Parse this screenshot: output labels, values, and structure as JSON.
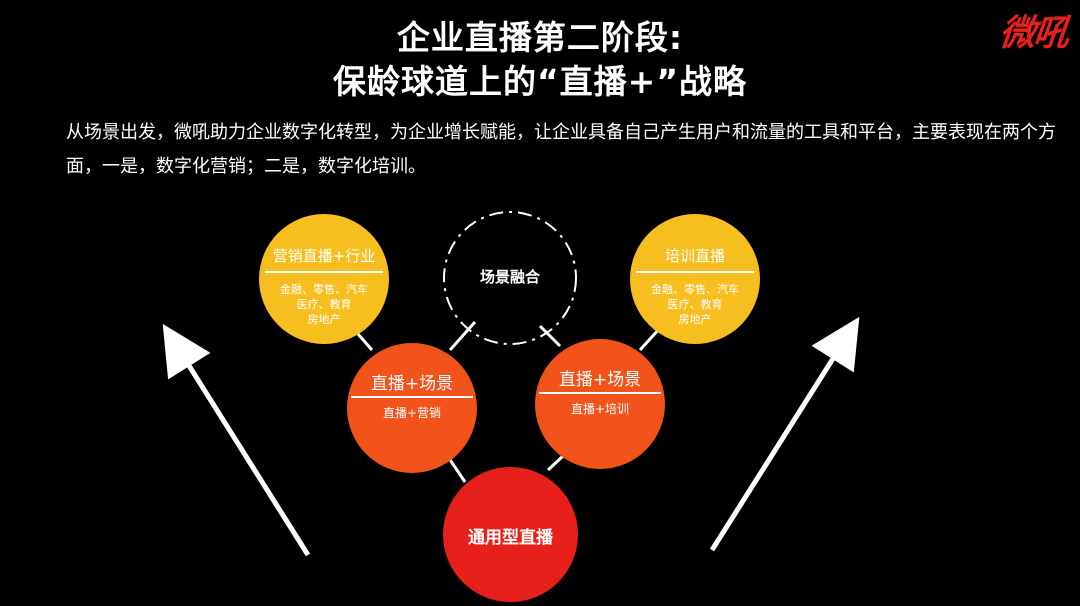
{
  "logo": {
    "text": "微吼"
  },
  "title": {
    "line1": "企业直播第二阶段:",
    "line2": "保龄球道上的“直播+”战略"
  },
  "description": "从场景出发，微吼助力企业数字化转型，为企业增长赋能，让企业具备自己产生用户和流量的工具和平台，主要表现在两个方面，一是，数字化营销；二是，数字化培训。",
  "diagram": {
    "left_top": {
      "title": "营销直播+行业",
      "sub1": "金融、零售、汽车",
      "sub2": "医疗、教育",
      "sub3": "房地产"
    },
    "right_top": {
      "title": "培训直播",
      "sub1": "金融、零售、汽车",
      "sub2": "医疗、教育",
      "sub3": "房地产"
    },
    "center_top": {
      "label": "场景融合"
    },
    "left_mid": {
      "title": "直播+场景",
      "sub": "直播+营销"
    },
    "right_mid": {
      "title": "直播+场景",
      "sub": "直播+培训"
    },
    "bottom": {
      "label": "通用型直播"
    }
  },
  "colors": {
    "background": "#000000",
    "yellow": "#f7be1f",
    "orange": "#f2531a",
    "red": "#e8201c"
  },
  "icons": [
    "arrow-up-left",
    "arrow-up-right"
  ]
}
